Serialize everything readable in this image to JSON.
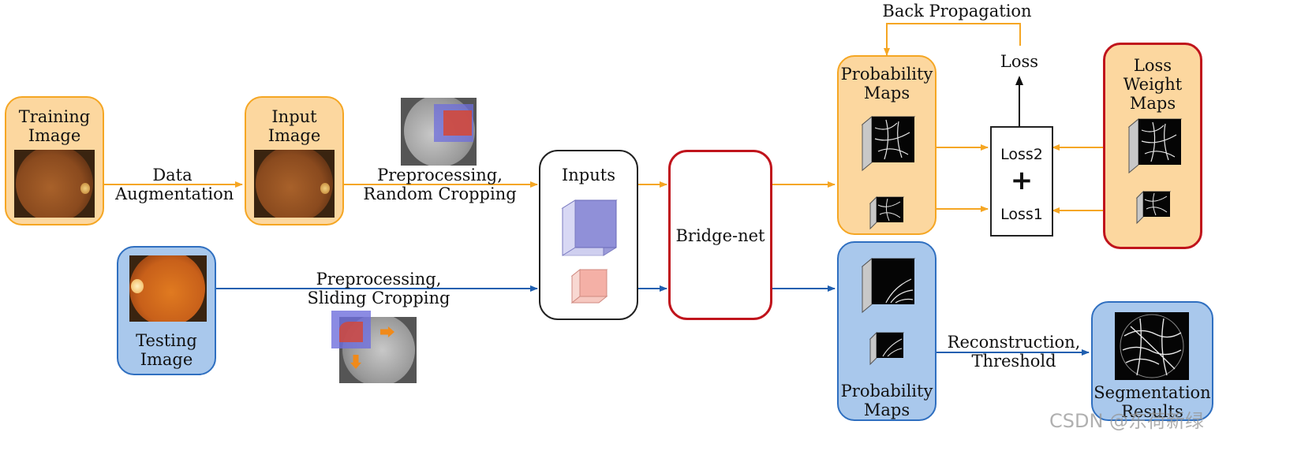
{
  "nodes": {
    "training_image": "Training\nImage",
    "input_image": "Input\nImage",
    "testing_image": "Testing\nImage",
    "inputs": "Inputs",
    "bridge_net": "Bridge-net",
    "prob_maps_top": "Probability\nMaps",
    "prob_maps_bottom": "Probability\nMaps",
    "loss_weight_maps": "Loss\nWeight\nMaps",
    "loss": "Loss",
    "loss2": "Loss2",
    "plus": "+",
    "loss1": "Loss1",
    "segmentation_results": "Segmentation\nResults"
  },
  "edges": {
    "data_augmentation": "Data\nAugmentation",
    "preprocessing_random": "Preprocessing,\nRandom Cropping",
    "preprocessing_sliding": "Preprocessing,\nSliding Cropping",
    "back_propagation": "Back Propagation",
    "reconstruction": "Reconstruction,\nThreshold"
  },
  "watermark": "CSDN @东荷新绿",
  "colors": {
    "orange_fill": "#fcd79f",
    "orange_border": "#f5a623",
    "blue_fill": "#a9c8ec",
    "blue_border": "#2f6fc0",
    "red_border": "#c0141c"
  }
}
